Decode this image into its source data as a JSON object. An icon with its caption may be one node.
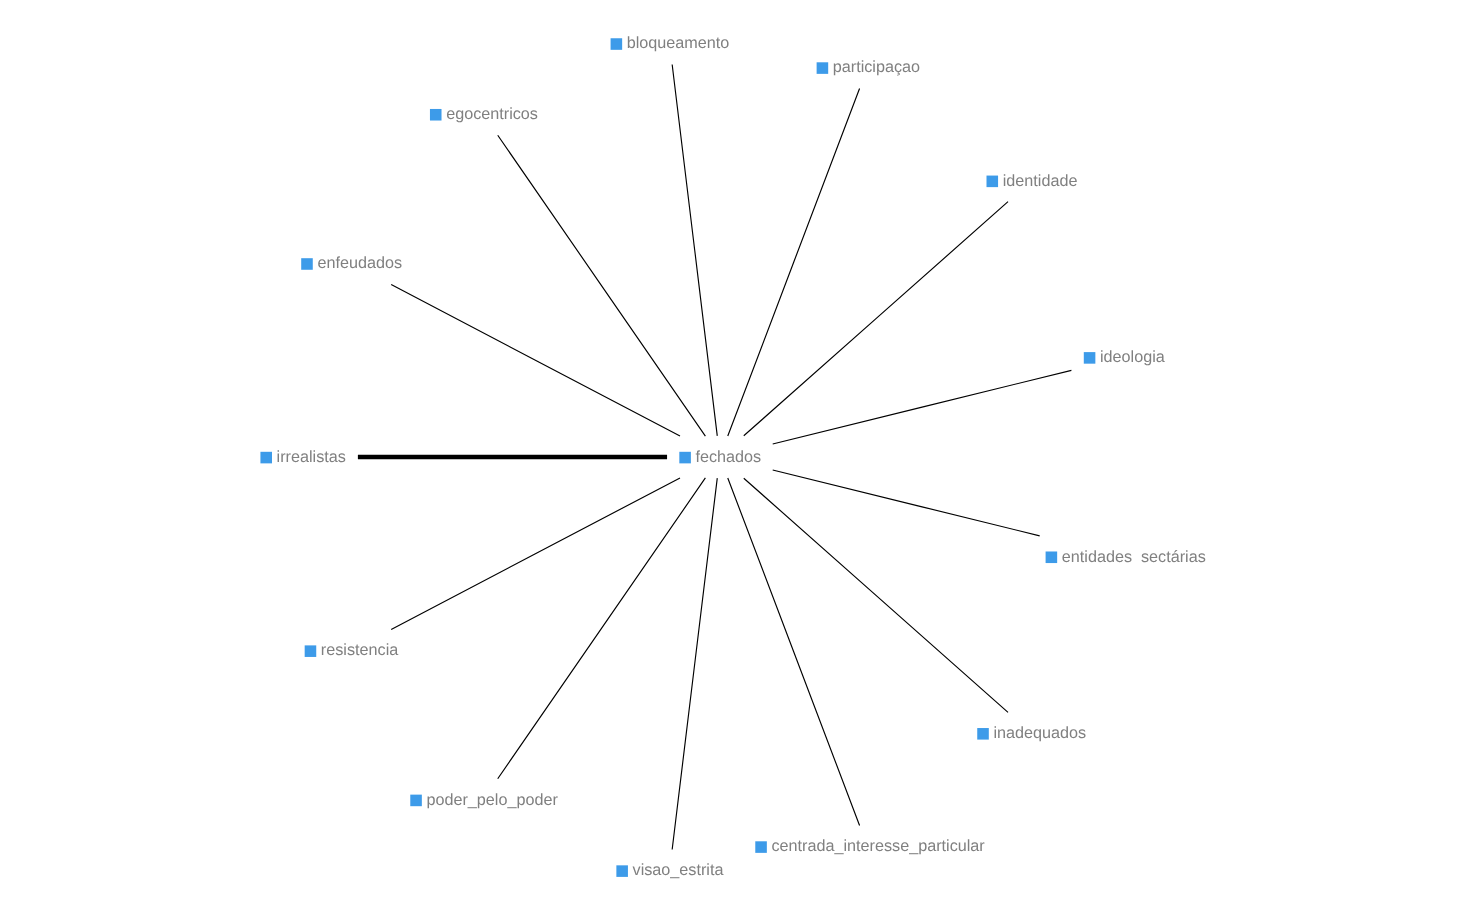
{
  "diagram": {
    "nodes": [
      {
        "text": [
          "fechados"
        ]
      },
      {
        "text": [
          "ideologia"
        ]
      },
      {
        "text": [
          "identidade"
        ]
      },
      {
        "text": [
          "participaçao"
        ]
      },
      {
        "text": [
          "bloqueamento"
        ]
      },
      {
        "text": [
          "egocentricos"
        ]
      },
      {
        "text": [
          "enfeudados"
        ]
      },
      {
        "text": [
          "irrealistas"
        ]
      },
      {
        "text": [
          "resistencia"
        ]
      },
      {
        "text": [
          "poder_pelo_poder"
        ]
      },
      {
        "text": [
          "visao_estrita"
        ]
      },
      {
        "text": [
          "centrada_interesse_particular"
        ]
      },
      {
        "text": [
          "inadequados"
        ]
      },
      {
        "text": [
          "entidades  sectárias"
        ]
      }
    ],
    "edges": [
      {
        "from": 0,
        "to": 1,
        "arrow": "none"
      },
      {
        "from": 0,
        "to": 2,
        "arrow": "none"
      },
      {
        "from": 0,
        "to": 3,
        "arrow": "none"
      },
      {
        "from": 0,
        "to": 4,
        "arrow": "none"
      },
      {
        "from": 0,
        "to": 5,
        "arrow": "none"
      },
      {
        "from": 0,
        "to": 6,
        "arrow": "none"
      },
      {
        "from": 0,
        "to": 7,
        "arrow": "none",
        "style": "thick"
      },
      {
        "from": 0,
        "to": 8,
        "arrow": "none"
      },
      {
        "from": 0,
        "to": 9,
        "arrow": "none"
      },
      {
        "from": 0,
        "to": 10,
        "arrow": "none"
      },
      {
        "from": 0,
        "to": 11,
        "arrow": "none"
      },
      {
        "from": 0,
        "to": 12,
        "arrow": "none"
      },
      {
        "from": 0,
        "to": 13,
        "arrow": "none"
      }
    ]
  }
}
